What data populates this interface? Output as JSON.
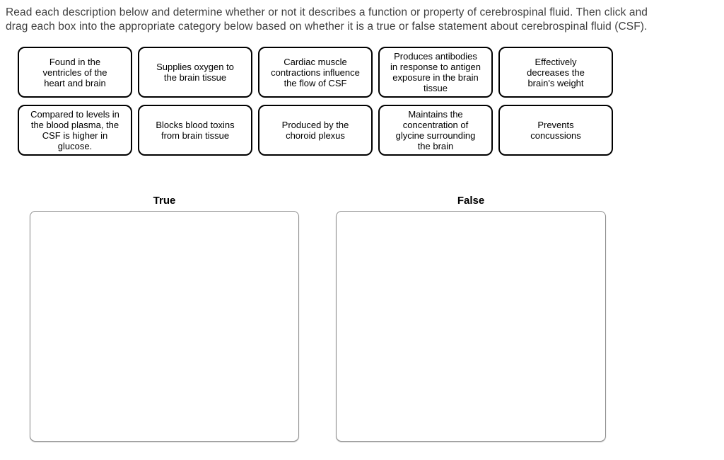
{
  "instructions": "Read each description below and determine whether or not it describes a function or property of cerebrospinal fluid. Then click and\ndrag each box into the appropriate category below based on whether it is a true or false statement about cerebrospinal fluid (CSF).",
  "cards": [
    {
      "text": "Found in the\nventricles of the\nheart and brain"
    },
    {
      "text": "Supplies oxygen to\nthe brain tissue"
    },
    {
      "text": "Cardiac muscle\ncontractions influence\nthe flow of CSF"
    },
    {
      "text": "Produces antibodies\nin response to antigen\nexposure in the brain\ntissue"
    },
    {
      "text": "Effectively\ndecreases the\nbrain's weight"
    },
    {
      "text": "Compared to levels in\nthe blood plasma, the\nCSF is higher in\nglucose."
    },
    {
      "text": "Blocks blood toxins\nfrom brain tissue"
    },
    {
      "text": "Produced by the\nchoroid plexus"
    },
    {
      "text": "Maintains the\nconcentration of\nglycine surrounding\nthe brain"
    },
    {
      "text": "Prevents\nconcussions"
    }
  ],
  "zones": {
    "true_label": "True",
    "false_label": "False"
  },
  "colors": {
    "card_border": "#000000",
    "card_text": "#000000",
    "zone_border": "#8e8e8e",
    "instruction_text": "#3f3f3f",
    "background": "#ffffff"
  }
}
